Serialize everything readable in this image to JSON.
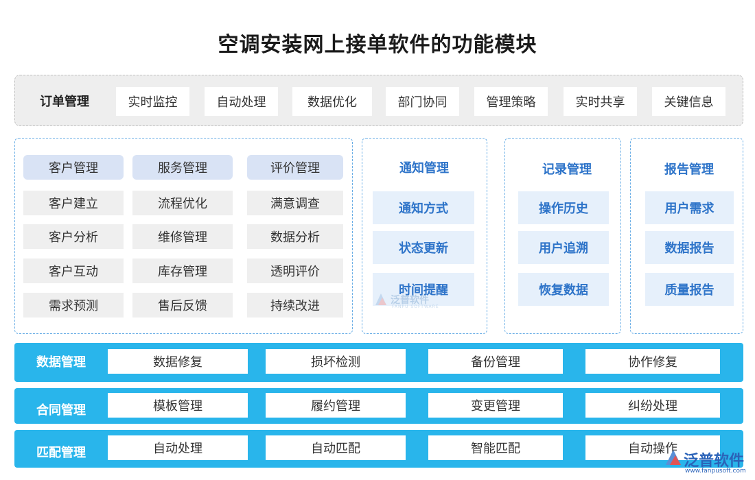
{
  "title": "空调安装网上接单软件的功能模块",
  "order": {
    "label": "订单管理",
    "items": [
      "实时监控",
      "自动处理",
      "数据优化",
      "部门协同",
      "管理策略",
      "实时共享",
      "关键信息"
    ]
  },
  "customer_group": {
    "columns": [
      {
        "header": "客户管理",
        "items": [
          "客户建立",
          "客户分析",
          "客户互动",
          "需求预测"
        ]
      },
      {
        "header": "服务管理",
        "items": [
          "流程优化",
          "维修管理",
          "库存管理",
          "售后反馈"
        ]
      },
      {
        "header": "评价管理",
        "items": [
          "满意调查",
          "数据分析",
          "透明评价",
          "持续改进"
        ]
      }
    ]
  },
  "side_groups": [
    {
      "title": "通知管理",
      "items": [
        "通知方式",
        "状态更新",
        "时间提醒"
      ]
    },
    {
      "title": "记录管理",
      "items": [
        "操作历史",
        "用户追溯",
        "恢复数据"
      ]
    },
    {
      "title": "报告管理",
      "items": [
        "用户需求",
        "数据报告",
        "质量报告"
      ]
    }
  ],
  "bars": [
    {
      "label": "数据管理",
      "items": [
        "数据修复",
        "损坏检测",
        "备份管理",
        "协作修复"
      ]
    },
    {
      "label": "合同管理",
      "items": [
        "模板管理",
        "履约管理",
        "变更管理",
        "纠纷处理"
      ]
    },
    {
      "label": "匹配管理",
      "items": [
        "自动处理",
        "自动匹配",
        "智能匹配",
        "自动操作"
      ]
    }
  ],
  "watermark": {
    "name": "泛普软件",
    "sub": "FANPU SOFTWARE",
    "url": "www.fanpusoft.com"
  },
  "colors": {
    "bar": "#29b5eb",
    "accent_text": "#2e74c9",
    "header_cell": "#d9e3f5",
    "blue_cell": "#e6f0fb"
  }
}
